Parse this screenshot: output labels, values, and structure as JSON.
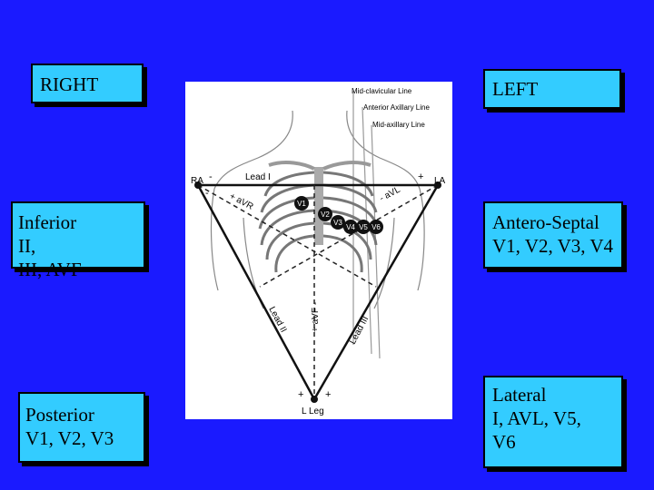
{
  "boxes": {
    "right": "RIGHT",
    "left": "LEFT",
    "inferior": {
      "line1_a": "Inferior",
      "line1_b": "II,",
      "line2": "III, AVF"
    },
    "antero_septal": {
      "line1": "Antero-Septal",
      "line2": "V1, V2, V3, V4"
    },
    "posterior": {
      "line1": "Posterior",
      "line2": "V1, V2, V3"
    },
    "lateral": {
      "line1": "Lateral",
      "line2": "I, AVL, V5,",
      "line3": "V6"
    }
  },
  "diagram": {
    "lines": [
      "Mid-clavicular Line",
      "Anterior Axillary Line",
      "Mid-axillary Line"
    ],
    "limbs": {
      "ra": "RA",
      "la": "LA",
      "l_leg": "L Leg"
    },
    "leads": {
      "lead_i": "Lead I",
      "lead_ii": "Lead II",
      "lead_iii": "Lead III",
      "avr": "+ aVR",
      "avl": "- aVL",
      "avf": "+ aVF -"
    },
    "polarity": {
      "ra_minus": "-",
      "la_plus": "+",
      "ra_minus_lower": "-",
      "leg_plus_left": "+",
      "leg_plus_right": "+"
    },
    "electrodes": [
      "V1",
      "V2",
      "V3",
      "V4",
      "V5",
      "V6"
    ],
    "colors": {
      "background": "#1a1aff",
      "box": "#33ccff"
    }
  }
}
